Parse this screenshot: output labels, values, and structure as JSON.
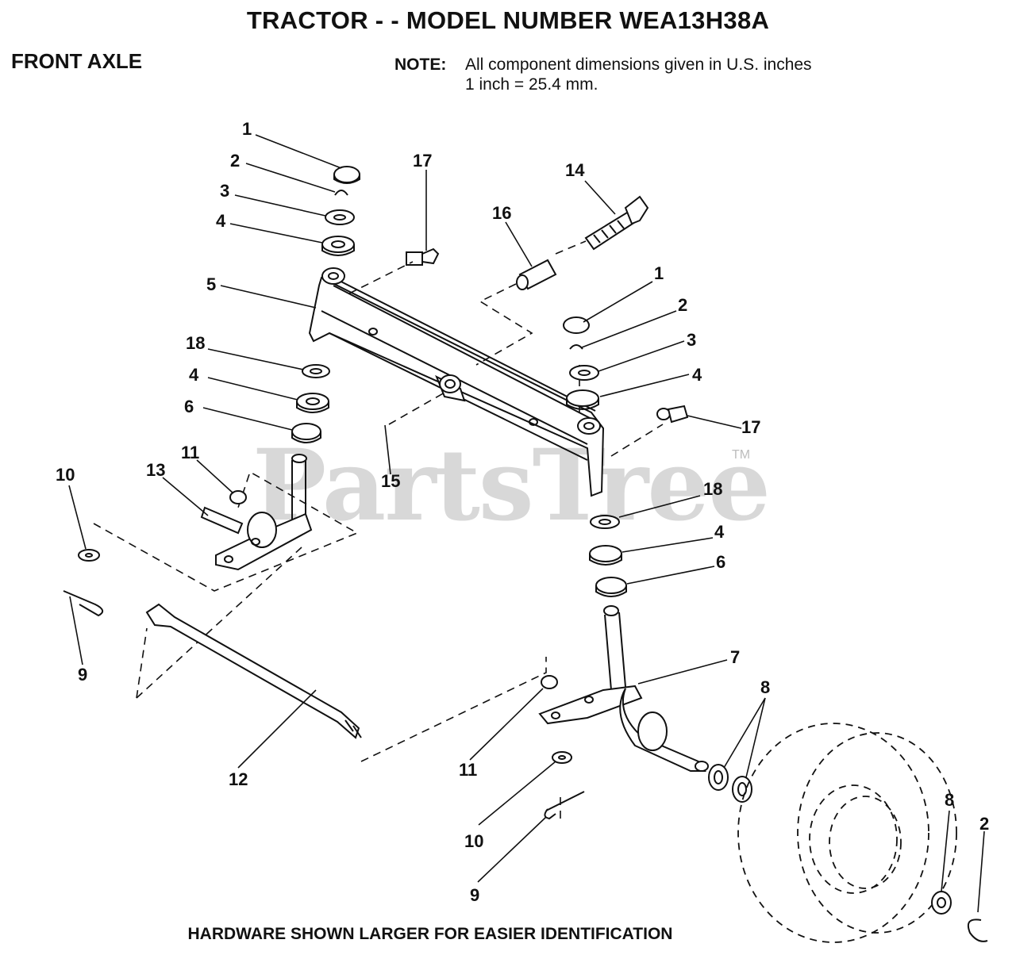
{
  "title": "TRACTOR - - MODEL NUMBER WEA13H38A",
  "section": "FRONT AXLE",
  "note": {
    "label": "NOTE:",
    "line1": "All component dimensions given in U.S. inches",
    "line2": "1 inch = 25.4 mm."
  },
  "footer": "HARDWARE SHOWN LARGER FOR EASIER IDENTIFICATION",
  "watermark": {
    "text": "PartsTree",
    "tm": "TM"
  },
  "callouts": {
    "c1a": "1",
    "c2a": "2",
    "c3a": "3",
    "c4a": "4",
    "c5": "5",
    "c17a": "17",
    "c16": "16",
    "c14": "14",
    "c1b": "1",
    "c2b": "2",
    "c3b": "3",
    "c4b": "4",
    "c17b": "17",
    "c18a": "18",
    "c4c": "4",
    "c6a": "6",
    "c15": "15",
    "c10a": "10",
    "c13": "13",
    "c11a": "11",
    "c9a": "9",
    "c18b": "18",
    "c4d": "4",
    "c6b": "6",
    "c7": "7",
    "c8a": "8",
    "c12": "12",
    "c11b": "11",
    "c10b": "10",
    "c9b": "9",
    "c8b": "8",
    "c2c": "2"
  }
}
